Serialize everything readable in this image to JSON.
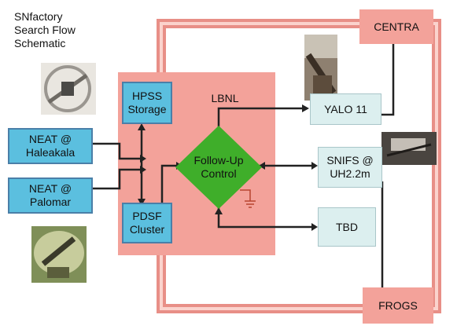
{
  "title_lines": [
    "SNfactory",
    "Search Flow",
    "Schematic"
  ],
  "lbnl_label": "LBNL",
  "nodes": {
    "hpss": [
      "HPSS",
      "Storage"
    ],
    "pdsf": [
      "PDSF",
      "Cluster"
    ],
    "neat_haleakala": [
      "NEAT @",
      "Haleakala"
    ],
    "neat_palomar": [
      "NEAT @",
      "Palomar"
    ],
    "followup": [
      "Follow-Up",
      "Control"
    ],
    "yalo": "YALO 11",
    "snifs": [
      "SNIFS @",
      "UH2.2m"
    ],
    "tbd": "TBD",
    "centra": "CENTRA",
    "frogs": "FROGS"
  },
  "colors": {
    "lbnl_region": "#f3a29a",
    "ring": "#f3a29a",
    "computing_box": "#5bbfdf",
    "followup_diamond": "#3fae2a",
    "external_box": "#dcefef"
  },
  "icons": [
    "telescope-photo-1",
    "telescope-photo-2",
    "telescope-photo-3",
    "telescope-photo-4",
    "ground-icon"
  ]
}
